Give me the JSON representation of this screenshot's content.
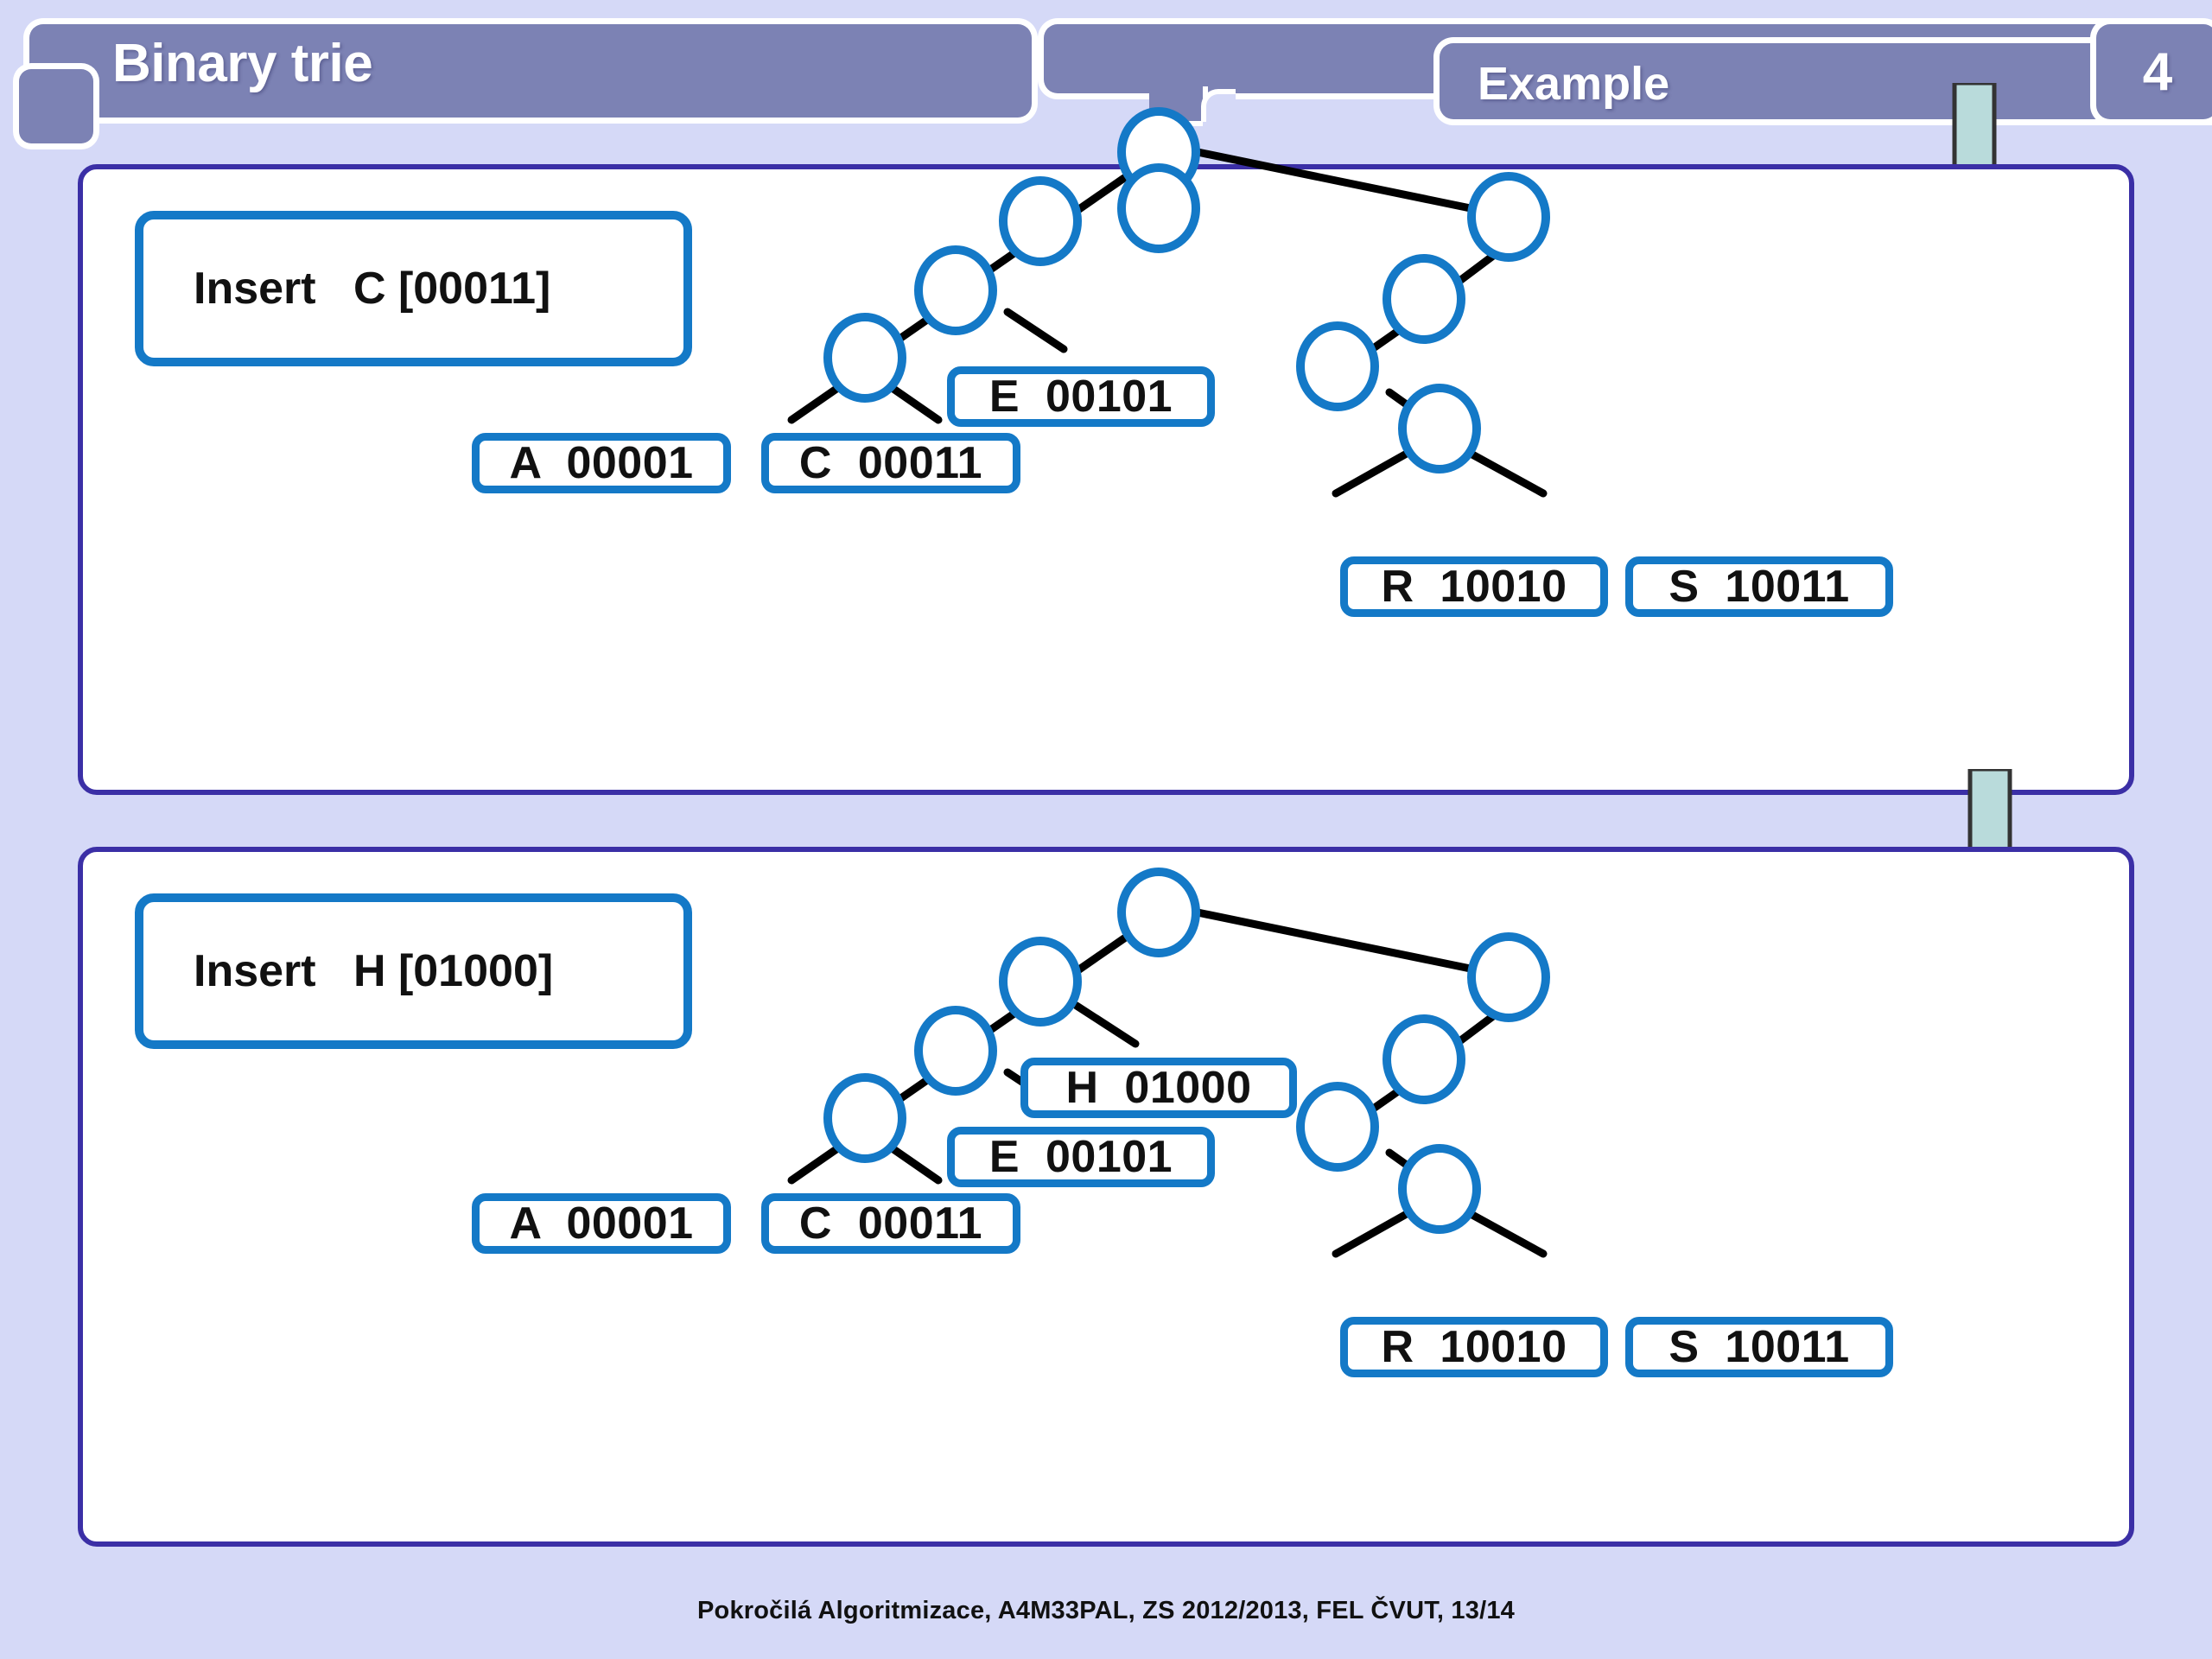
{
  "slide": {
    "title": "Binary trie",
    "section_label": "Example",
    "page_number": "4",
    "footer": "Pokročilá Algoritmizace, A4M33PAL, ZS 2012/2013, FEL ČVUT,  13/14",
    "colors": {
      "background": "#d5d9f7",
      "header_bar": "#7c82b4",
      "panel_border": "#3b2fa6",
      "node_blue": "#1479c7",
      "edge_black": "#000000",
      "arrow_fill": "#b9dbdb",
      "arrow_stroke": "#333333",
      "text_black": "#111111",
      "header_text": "#ffffff"
    }
  },
  "panels": [
    {
      "id": "panel-1",
      "insert_label": "Insert   C [00011]",
      "leaves": [
        {
          "key": "A",
          "code": "00001",
          "text": "A  00001"
        },
        {
          "key": "C",
          "code": "00011",
          "text": "C  00011"
        },
        {
          "key": "E",
          "code": "00101",
          "text": "E  00101"
        },
        {
          "key": "R",
          "code": "10010",
          "text": "R  10010"
        },
        {
          "key": "S",
          "code": "10011",
          "text": "S  10011"
        }
      ],
      "internal_node_count": 9
    },
    {
      "id": "panel-2",
      "insert_label": "Insert   H [01000]",
      "leaves": [
        {
          "key": "A",
          "code": "00001",
          "text": "A  00001"
        },
        {
          "key": "C",
          "code": "00011",
          "text": "C  00011"
        },
        {
          "key": "E",
          "code": "00101",
          "text": "E  00101"
        },
        {
          "key": "H",
          "code": "01000",
          "text": "H  01000"
        },
        {
          "key": "R",
          "code": "10010",
          "text": "R  10010"
        },
        {
          "key": "S",
          "code": "10011",
          "text": "S  10011"
        }
      ],
      "internal_node_count": 9
    }
  ],
  "arrows": [
    {
      "name": "flow-arrow-top",
      "direction": "down"
    },
    {
      "name": "flow-arrow-middle",
      "direction": "down"
    }
  ]
}
